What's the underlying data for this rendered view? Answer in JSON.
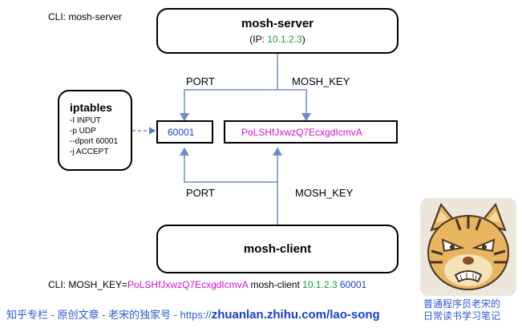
{
  "cli_server": "CLI: mosh-server",
  "server": {
    "title": "mosh-server",
    "ip_prefix": "(IP: ",
    "ip": "10.1.2.3",
    "ip_suffix": ")"
  },
  "top_labels": {
    "port": "PORT",
    "key": "MOSH_KEY"
  },
  "bottom_labels": {
    "port": "PORT",
    "key": "MOSH_KEY"
  },
  "port_value": "60001",
  "key_value": "PoLSHfJxwzQ7EcxgdIcmvA",
  "iptables": {
    "title": "iptables",
    "lines": [
      "-I INPUT",
      "-p UDP",
      "--dport 60001",
      "-j ACCEPT"
    ]
  },
  "client": {
    "title": "mosh-client"
  },
  "cli_client": {
    "prefix": "CLI: MOSH_KEY=",
    "key": "PoLSHfJxwzQ7EcxgdIcmvA",
    "middle": " mosh-client ",
    "ip": "10.1.2.3",
    "space": " ",
    "port": "60001"
  },
  "footer": {
    "left": "知乎专栏 - 原创文章 - 老宋的独家号 - https://",
    "url": "zhuanlan.zhihu.com/lao-song",
    "right_line1": "普通程序员老宋的",
    "right_line2": "日常读书学习笔记"
  },
  "colors": {
    "ip": "#1a9a3a",
    "key": "#d010d0",
    "port": "#1a3fd0",
    "footer": "#2a5bd6"
  }
}
